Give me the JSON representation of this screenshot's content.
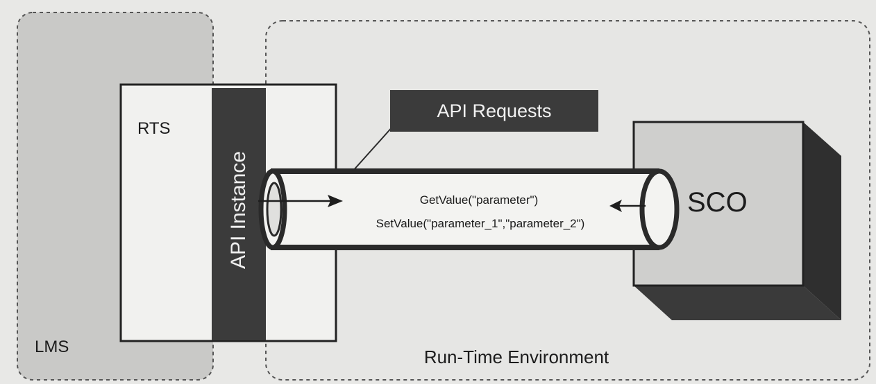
{
  "labels": {
    "lms": "LMS",
    "rts": "RTS",
    "api_instance": "API Instance",
    "api_requests": "API Requests",
    "sco": "SCO",
    "run_time_environment": "Run-Time Environment"
  },
  "calls": {
    "get_value": "GetValue(\"parameter\")",
    "set_value": "SetValue(\"parameter_1\",\"parameter_2\")"
  },
  "colors": {
    "background": "#e8e8e6",
    "lms_region": "#c9c9c7",
    "dark_fill": "#3b3b3b",
    "sco_face": "#cfcfcd",
    "sco_side": "#2f2f2f",
    "pipe_fill": "#f3f3f1",
    "box_fill": "#f1f1ef"
  }
}
